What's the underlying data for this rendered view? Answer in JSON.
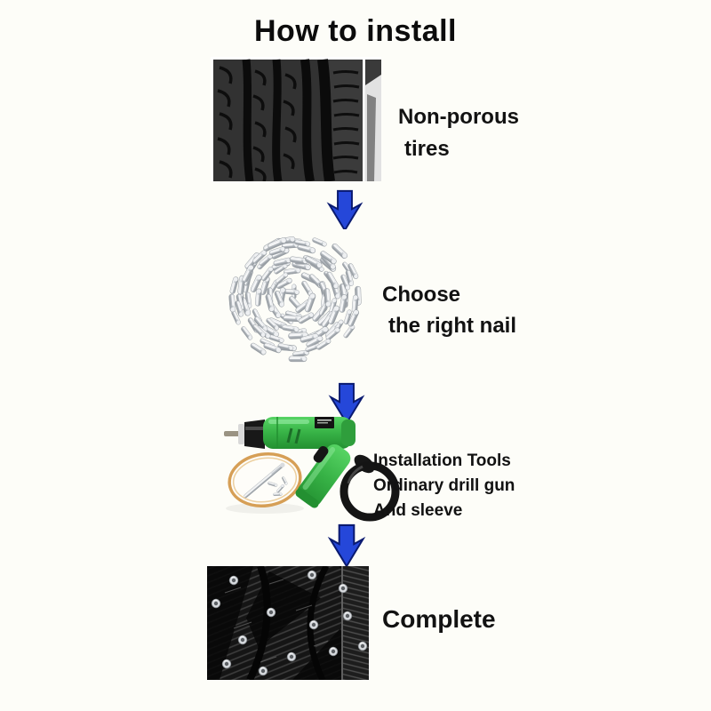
{
  "header": {
    "title": "How to install"
  },
  "steps": [
    {
      "photo": "non-porous-tire-tread-photo",
      "lines": [
        "Non-porous",
        "tires"
      ]
    },
    {
      "photo": "tire-studs-pile-photo",
      "lines": [
        "Choose",
        "the right nail"
      ]
    },
    {
      "photo": "electric-drill-and-sleeve-photo",
      "lines": [
        "Installation Tools",
        "Ordinary drill gun",
        "And sleeve"
      ]
    },
    {
      "photo": "studded-tire-tread-photo",
      "lines": [
        "Complete"
      ]
    }
  ],
  "connectors": {
    "icon": "down-arrow",
    "count": 3
  },
  "colors": {
    "background": "#fdfdf8",
    "text": "#111111",
    "arrow_fill": "#2547d9",
    "arrow_border": "#0a1a70",
    "drill_green": "#37b246",
    "hoop_ring_tan": "#d69f56",
    "stud_silver": "#c9ced3"
  }
}
